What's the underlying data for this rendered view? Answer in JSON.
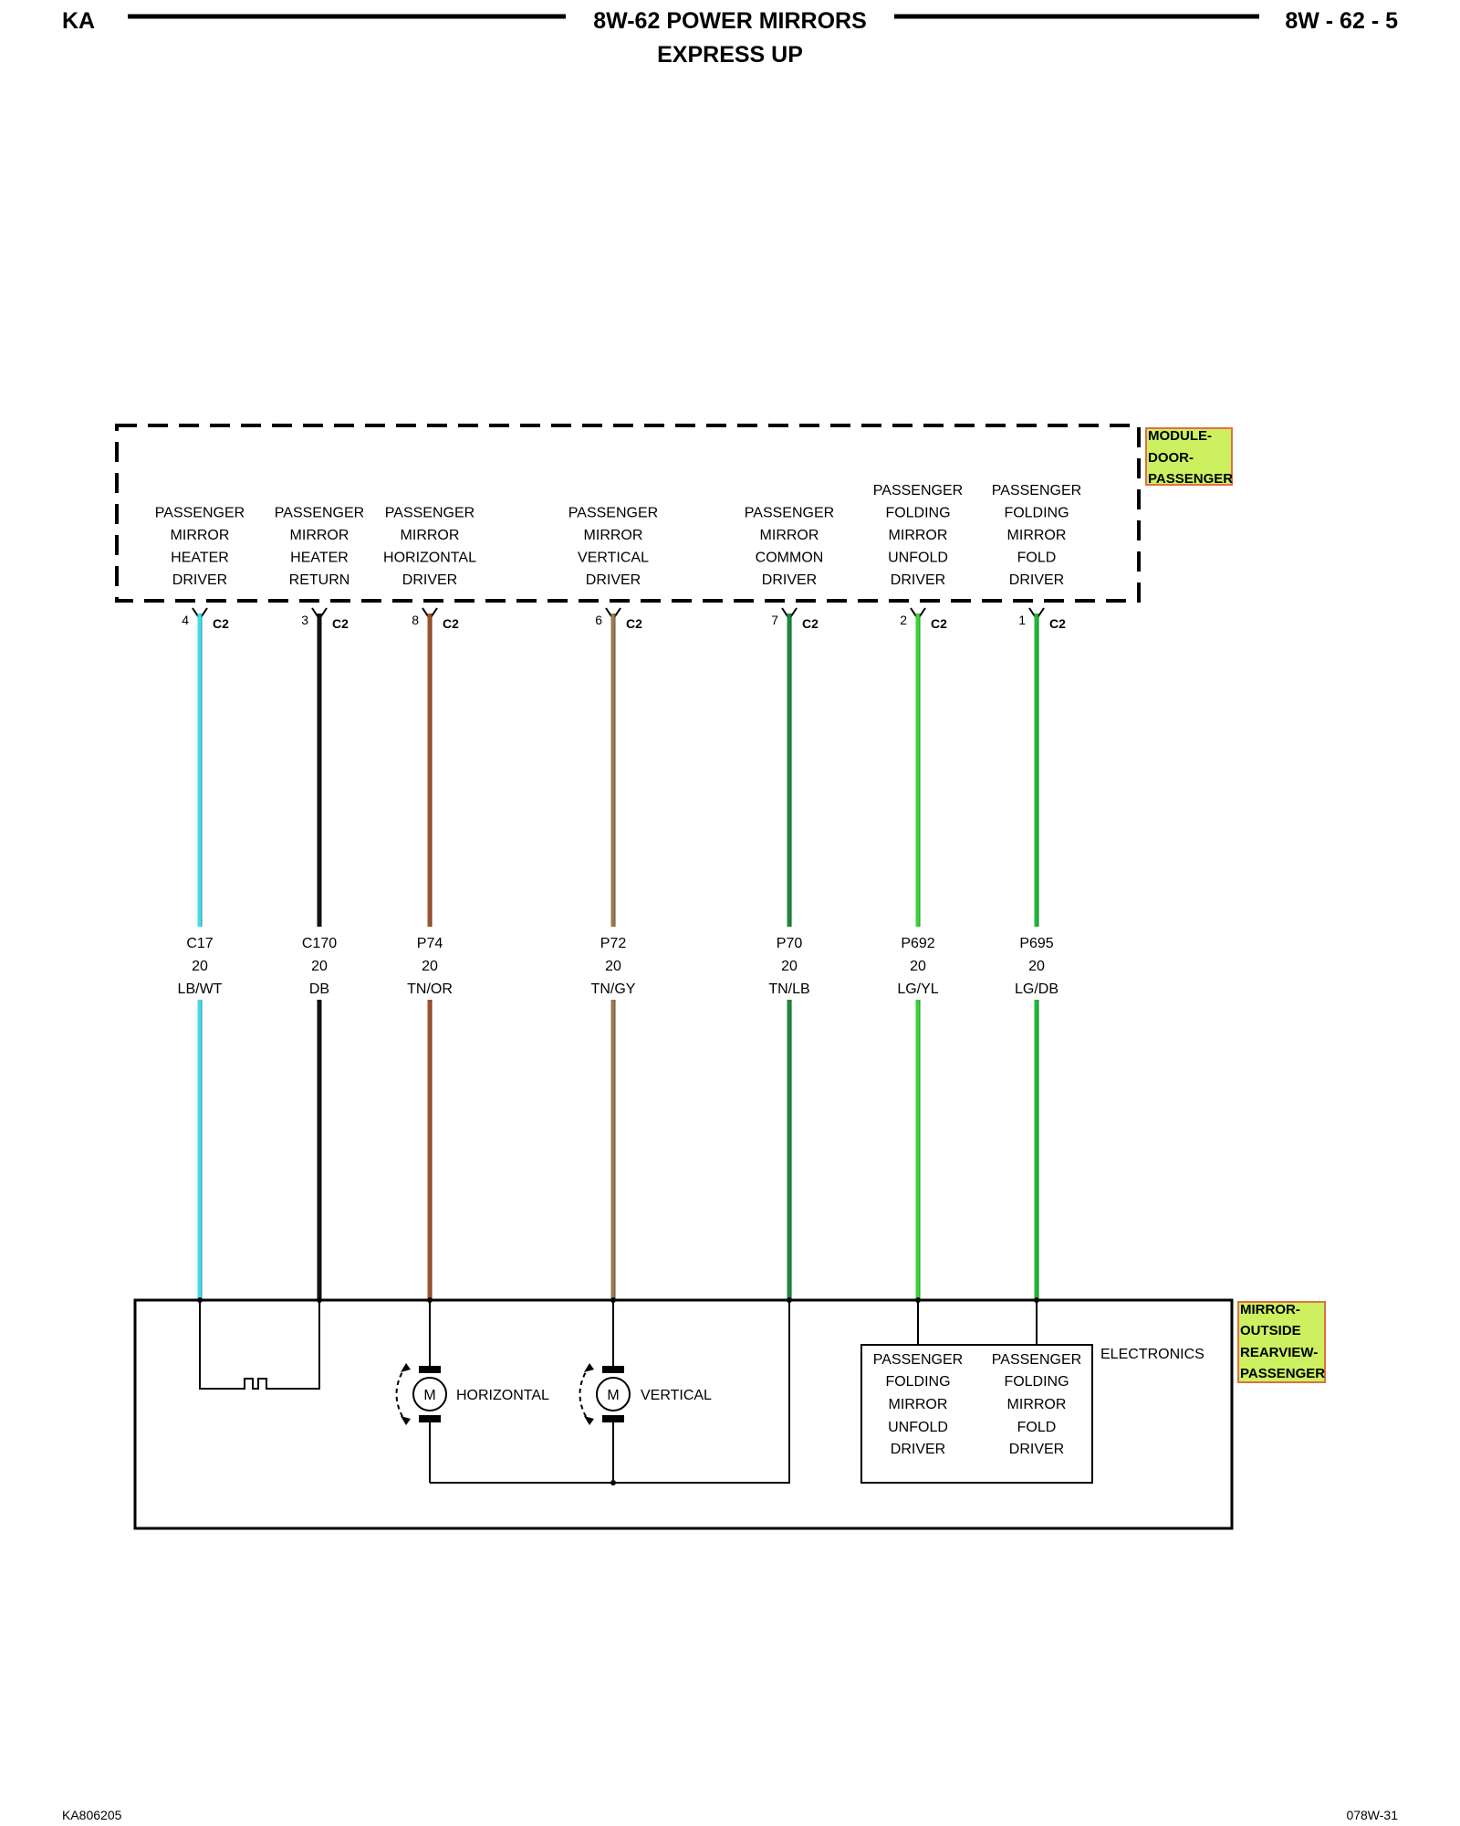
{
  "header": {
    "left": "KA",
    "title": "8W-62 POWER MIRRORS",
    "subtitle": "EXPRESS UP",
    "page": "8W - 62 - 5"
  },
  "colors": {
    "LB/WT": "#3fe0e8",
    "DB": "#111111",
    "TN/OR": "#a0522d",
    "TN/GY": "#9c7a50",
    "TN/LB": "#1f8a3a",
    "LG/YL": "#3ad43a",
    "LG/DB": "#1fb83a",
    "tag_fill": "#ccf060",
    "tag_border": "#e07040"
  },
  "module": {
    "tag": [
      "MODULE-",
      "DOOR-",
      "PASSENGER"
    ],
    "connector": "C2"
  },
  "circuits": [
    {
      "pin": "4",
      "label": [
        "PASSENGER",
        "MIRROR",
        "HEATER",
        "DRIVER"
      ],
      "circuit": "C17",
      "gauge": "20",
      "color": "LB/WT"
    },
    {
      "pin": "3",
      "label": [
        "PASSENGER",
        "MIRROR",
        "HEATER",
        "RETURN"
      ],
      "circuit": "C170",
      "gauge": "20",
      "color": "DB"
    },
    {
      "pin": "8",
      "label": [
        "PASSENGER",
        "MIRROR",
        "HORIZONTAL",
        "DRIVER"
      ],
      "circuit": "P74",
      "gauge": "20",
      "color": "TN/OR"
    },
    {
      "pin": "6",
      "label": [
        "PASSENGER",
        "MIRROR",
        "VERTICAL",
        "DRIVER"
      ],
      "circuit": "P72",
      "gauge": "20",
      "color": "TN/GY"
    },
    {
      "pin": "7",
      "label": [
        "PASSENGER",
        "MIRROR",
        "COMMON",
        "DRIVER"
      ],
      "circuit": "P70",
      "gauge": "20",
      "color": "TN/LB"
    },
    {
      "pin": "2",
      "label": [
        "PASSENGER",
        "FOLDING",
        "MIRROR",
        "UNFOLD",
        "DRIVER"
      ],
      "circuit": "P692",
      "gauge": "20",
      "color": "LG/YL"
    },
    {
      "pin": "1",
      "label": [
        "PASSENGER",
        "FOLDING",
        "MIRROR",
        "FOLD",
        "DRIVER"
      ],
      "circuit": "P695",
      "gauge": "20",
      "color": "LG/DB"
    }
  ],
  "mirror": {
    "tag": [
      "MIRROR-",
      "OUTSIDE",
      "REARVIEW-",
      "PASSENGER"
    ],
    "motor_symbol": "M",
    "motors": [
      "HORIZONTAL",
      "VERTICAL"
    ],
    "electronics_label": "ELECTRONICS",
    "electronics": [
      [
        "PASSENGER",
        "FOLDING",
        "MIRROR",
        "UNFOLD",
        "DRIVER"
      ],
      [
        "PASSENGER",
        "FOLDING",
        "MIRROR",
        "FOLD",
        "DRIVER"
      ]
    ]
  },
  "footer": {
    "left": "KA806205",
    "right": "078W-31"
  }
}
